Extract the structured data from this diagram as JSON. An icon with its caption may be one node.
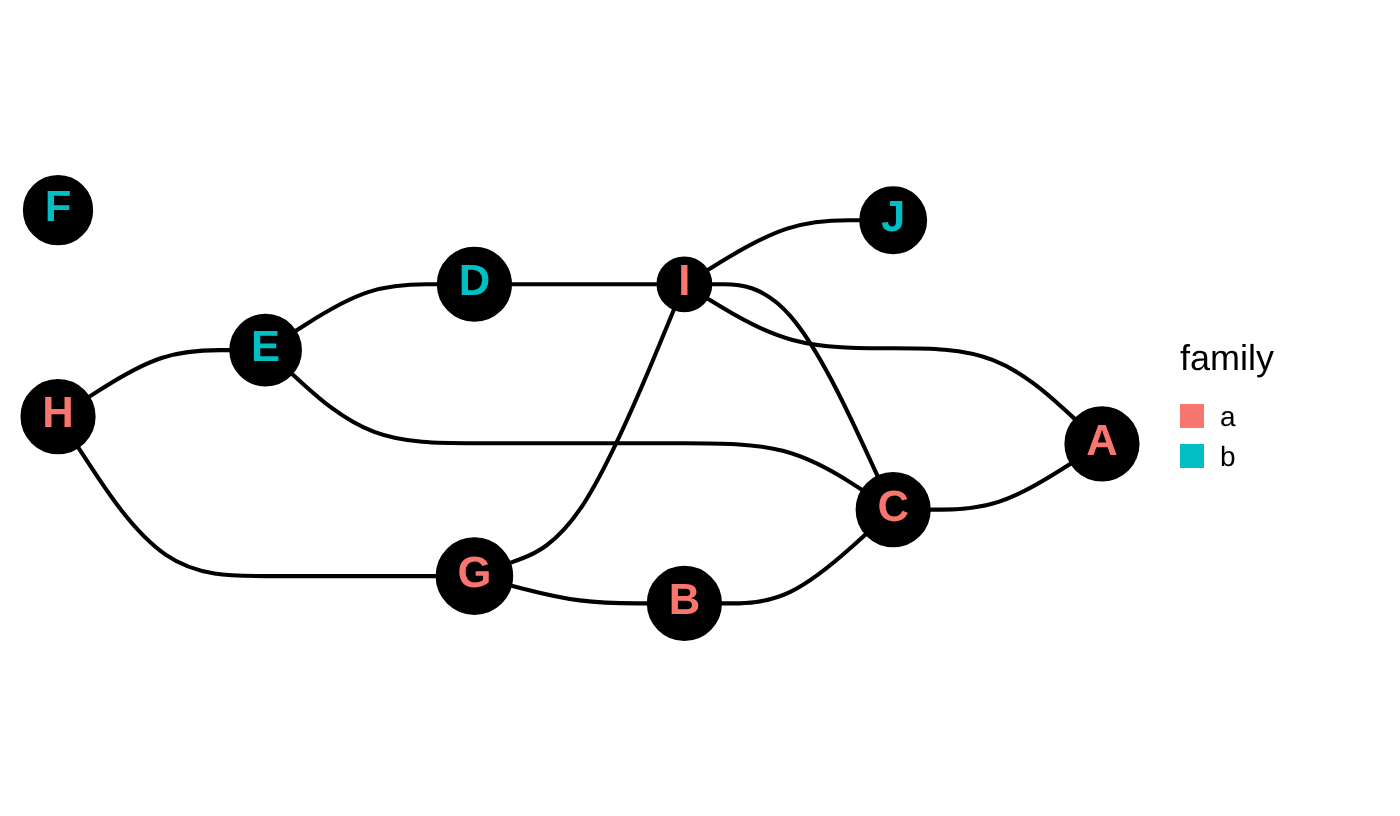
{
  "diagram": {
    "nodes": [
      {
        "text": [
          "F"
        ]
      },
      {
        "text": [
          "D"
        ]
      },
      {
        "text": [
          "H"
        ]
      },
      {
        "text": [
          "E"
        ]
      },
      {
        "text": [
          "J"
        ]
      },
      {
        "text": [
          "G"
        ]
      },
      {
        "text": [
          "I"
        ]
      },
      {
        "text": [
          "C"
        ]
      },
      {
        "text": [
          "A"
        ]
      },
      {
        "text": [
          "B"
        ]
      }
    ],
    "edges": [
      {
        "from": 2,
        "to": 3,
        "arrow": "none"
      },
      {
        "from": 3,
        "to": 1,
        "arrow": "none"
      },
      {
        "from": 2,
        "to": 5,
        "arrow": "none"
      },
      {
        "from": 3,
        "to": 7,
        "arrow": "none"
      },
      {
        "from": 1,
        "to": 6,
        "arrow": "none"
      },
      {
        "from": 5,
        "to": 6,
        "arrow": "none"
      },
      {
        "from": 6,
        "to": 4,
        "arrow": "none"
      },
      {
        "from": 6,
        "to": 7,
        "arrow": "none"
      },
      {
        "from": 6,
        "to": 8,
        "arrow": "none"
      },
      {
        "from": 5,
        "to": 9,
        "arrow": "none"
      },
      {
        "from": 9,
        "to": 7,
        "arrow": "none"
      },
      {
        "from": 7,
        "to": 8,
        "arrow": "none"
      }
    ],
    "labels": [
      "family"
    ],
    "legend": [
      {
        "text": "a",
        "color": "#f8766d"
      },
      {
        "text": "b",
        "color": "#00bfc4"
      }
    ]
  }
}
